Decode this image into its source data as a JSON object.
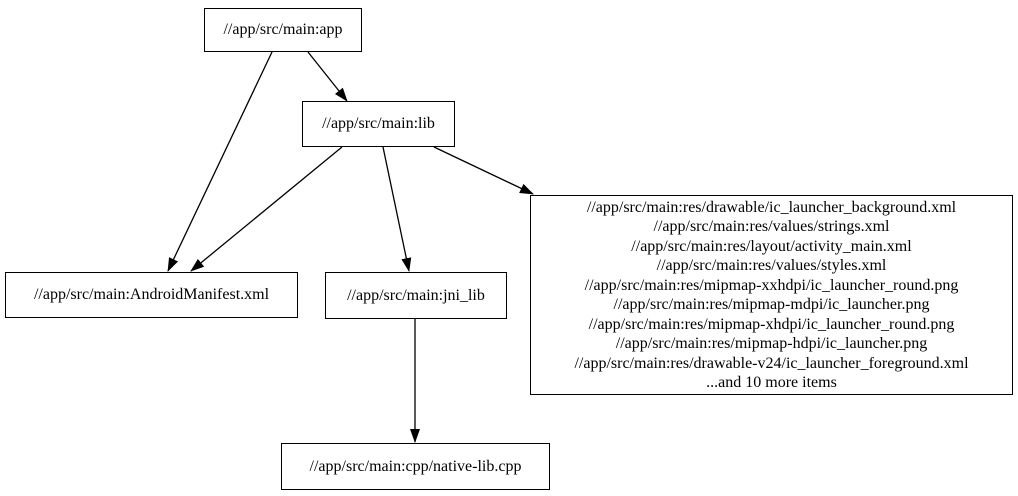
{
  "diagram": {
    "type": "dependency-graph",
    "colors": {
      "background": "#ffffff",
      "node_border": "#000000",
      "text": "#000000",
      "edge": "#000000"
    },
    "nodes": {
      "app": {
        "label": "//app/src/main:app"
      },
      "lib": {
        "label": "//app/src/main:lib"
      },
      "android_manifest": {
        "label": "//app/src/main:AndroidManifest.xml"
      },
      "jni_lib": {
        "label": "//app/src/main:jni_lib"
      },
      "resources": {
        "label_lines": [
          "//app/src/main:res/drawable/ic_launcher_background.xml",
          "//app/src/main:res/values/strings.xml",
          "//app/src/main:res/layout/activity_main.xml",
          "//app/src/main:res/values/styles.xml",
          "//app/src/main:res/mipmap-xxhdpi/ic_launcher_round.png",
          "//app/src/main:res/mipmap-mdpi/ic_launcher.png",
          "//app/src/main:res/mipmap-xhdpi/ic_launcher_round.png",
          "//app/src/main:res/mipmap-hdpi/ic_launcher.png",
          "//app/src/main:res/drawable-v24/ic_launcher_foreground.xml",
          "...and 10 more items"
        ]
      },
      "native_lib_cpp": {
        "label": "//app/src/main:cpp/native-lib.cpp"
      }
    },
    "edges": [
      {
        "from": "//app/src/main:app",
        "to": "//app/src/main:lib"
      },
      {
        "from": "//app/src/main:app",
        "to": "//app/src/main:AndroidManifest.xml"
      },
      {
        "from": "//app/src/main:lib",
        "to": "//app/src/main:AndroidManifest.xml"
      },
      {
        "from": "//app/src/main:lib",
        "to": "//app/src/main:jni_lib"
      },
      {
        "from": "//app/src/main:lib",
        "to": "//app/src/main:res (resources group)"
      },
      {
        "from": "//app/src/main:jni_lib",
        "to": "//app/src/main:cpp/native-lib.cpp"
      }
    ]
  }
}
